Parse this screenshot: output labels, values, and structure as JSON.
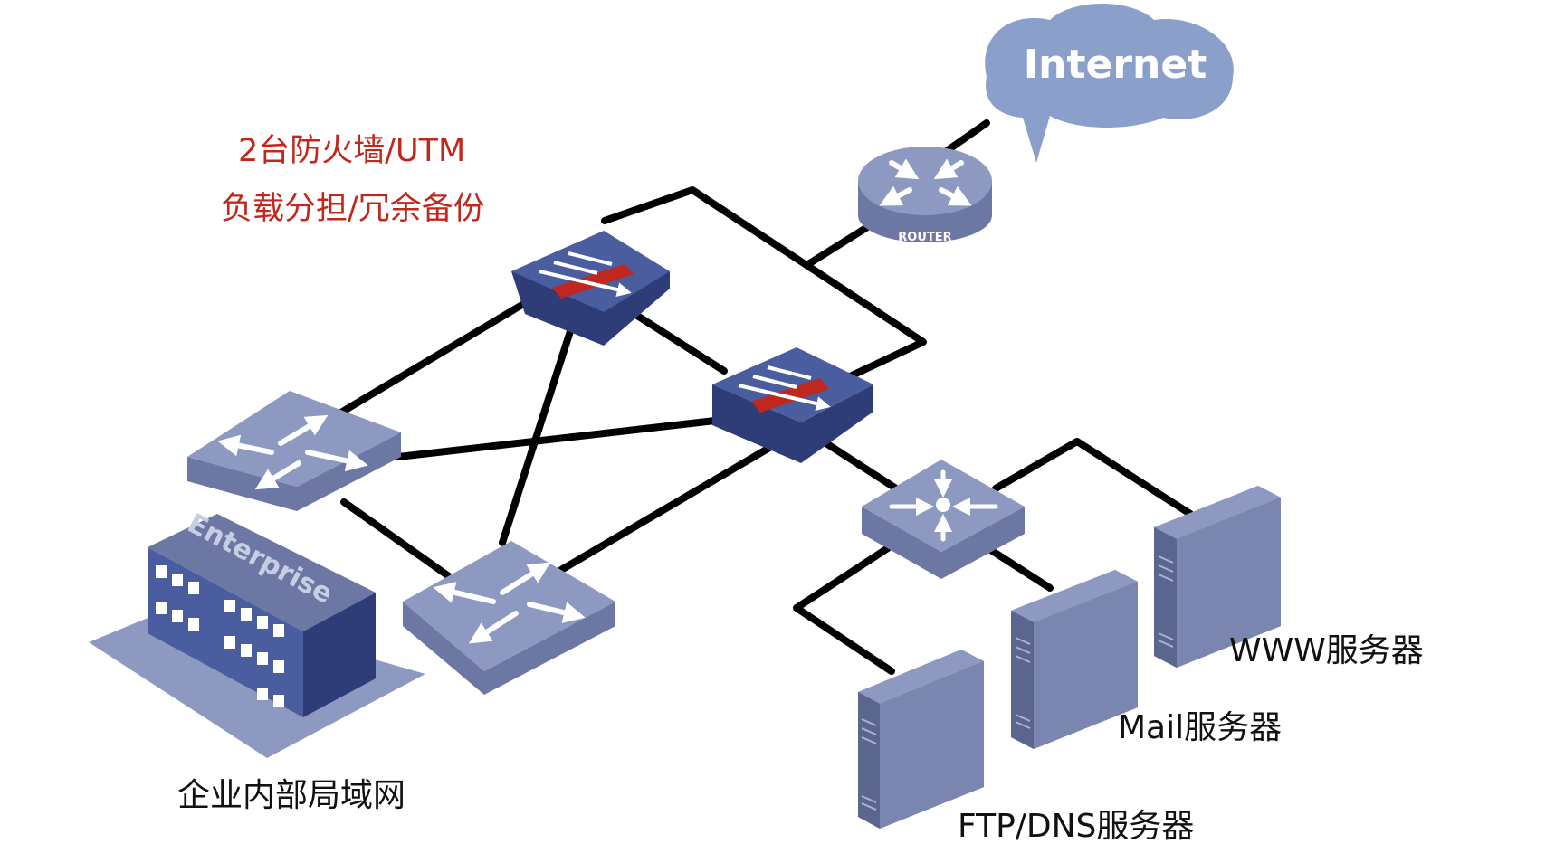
{
  "cloud_label": "Internet",
  "router_label": "ROUTER",
  "enterprise_sign": "Enterprise",
  "annotation": {
    "line1": "2台防火墙/UTM",
    "line2": "负载分担/冗余备份"
  },
  "labels": {
    "lan": "企业内部局域网",
    "www": "WWW服务器",
    "mail": "Mail服务器",
    "ftp": "FTP/DNS服务器"
  },
  "colors": {
    "cloud": "#8b9fcb",
    "device_top": "#8d99c1",
    "device_side": "#6f7aa3",
    "firewall_top": "#4a5d9e",
    "firewall_stripe": "#c0271e",
    "link": "#000000",
    "annotation": "#c0281c"
  }
}
